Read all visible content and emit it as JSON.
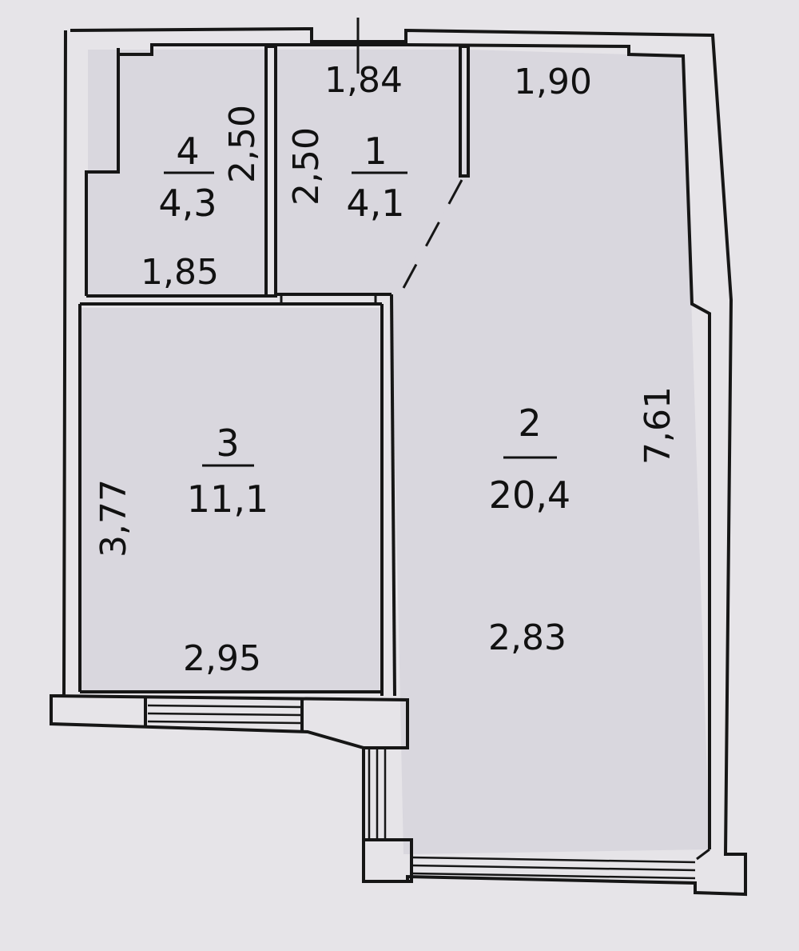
{
  "plan": {
    "rooms": [
      {
        "number": "1",
        "area": "4,1"
      },
      {
        "number": "2",
        "area": "20,4"
      },
      {
        "number": "3",
        "area": "11,1"
      },
      {
        "number": "4",
        "area": "4,3"
      }
    ],
    "dimensions": {
      "room1_width": "1,84",
      "room1_height": "2,50",
      "room2_top_width": "1,90",
      "room2_height": "7,61",
      "room2_width": "2,83",
      "room3_height": "3,77",
      "room3_width": "2,95",
      "room4_height": "2,50",
      "room4_width": "1,85"
    }
  }
}
